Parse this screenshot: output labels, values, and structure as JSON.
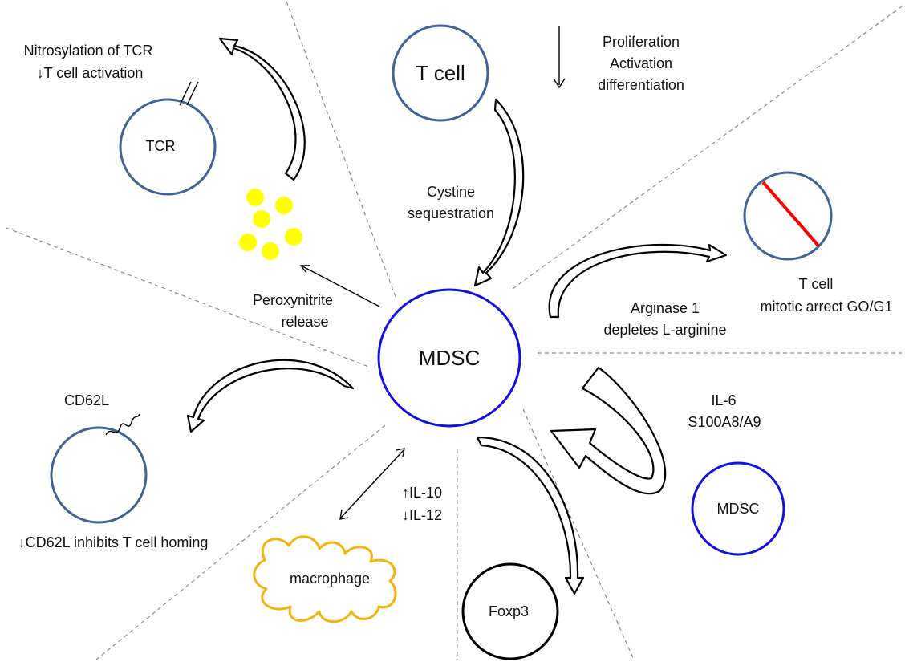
{
  "center": {
    "label": "MDSC"
  },
  "tcell_top": {
    "label": "T cell",
    "effects": [
      "Proliferation",
      "Activation",
      "differentiation"
    ],
    "mechanism": [
      "Cystine",
      "sequestration"
    ]
  },
  "tcr_panel": {
    "cell_label": "TCR",
    "effect_lines": [
      "Nitrosylation of TCR",
      "↓T cell activation"
    ],
    "mechanism": [
      "Peroxynitrite",
      "release"
    ]
  },
  "arrest_panel": {
    "cell_label": [
      "T cell",
      "mitotic arrect GO/G1"
    ],
    "mechanism": [
      "Arginase 1",
      "depletes L-arginine"
    ]
  },
  "cd62l_panel": {
    "label": "CD62L",
    "effect": "↓CD62L inhibits T cell homing"
  },
  "macrophage_panel": {
    "label": "macrophage",
    "cytokines": [
      "↑IL-10",
      "↓IL-12"
    ]
  },
  "mdsc_panel": {
    "label": "MDSC",
    "factors": [
      "IL-6",
      "S100A8/A9"
    ]
  },
  "treg_panel": {
    "label": "Foxp3"
  },
  "colors": {
    "steel_cell": "#3f6394",
    "mdsc_blue": "#1010e0",
    "peroxynitrite_dots": "#ffff00",
    "arrest_line": "#ff0000",
    "macrophage_outline": "#f5b20a"
  }
}
